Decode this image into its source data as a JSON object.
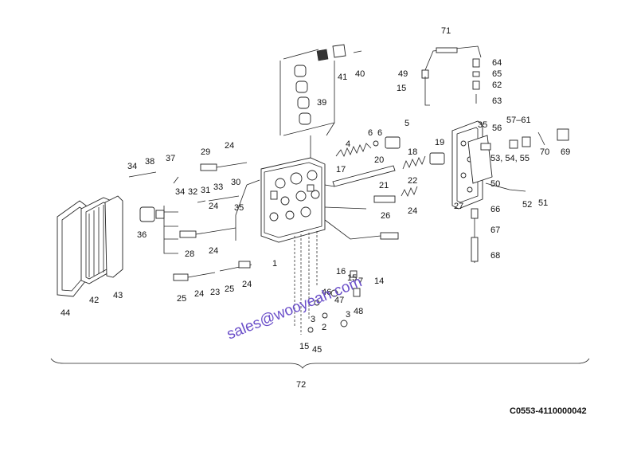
{
  "callouts": [
    "1",
    "2",
    "3",
    "3",
    "4",
    "5",
    "6",
    "6",
    "7",
    "14",
    "15",
    "15",
    "15",
    "16",
    "17",
    "18",
    "19",
    "20",
    "21",
    "22",
    "23",
    "24",
    "24",
    "24",
    "24",
    "24",
    "24",
    "25",
    "25",
    "26",
    "27",
    "28",
    "29",
    "30",
    "31",
    "32",
    "33",
    "34",
    "34",
    "35",
    "35",
    "36",
    "37",
    "38",
    "39",
    "40",
    "41",
    "42",
    "43",
    "44",
    "45",
    "46",
    "47",
    "48",
    "49",
    "50",
    "51",
    "52",
    "53, 54, 55",
    "56",
    "57–61",
    "62",
    "63",
    "64",
    "65",
    "66",
    "67",
    "68",
    "69",
    "70",
    "71",
    "72"
  ],
  "watermark": "sales@wooyeah.com",
  "drawing_code": "C0553-4110000042"
}
